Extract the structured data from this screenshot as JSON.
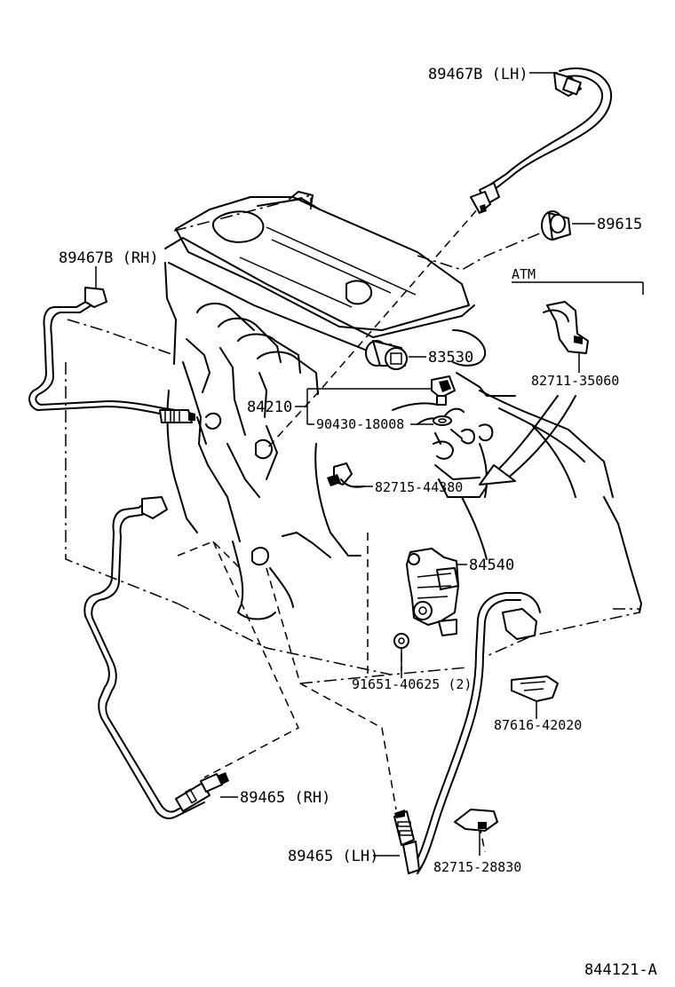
{
  "labels": {
    "p89467b_lh": "89467B (LH)",
    "p89615": "89615",
    "p89467b_rh": "89467B (RH)",
    "atm": "ATM",
    "p83530": "83530",
    "p84210": "84210",
    "p82711": "82711-35060",
    "p90430": "90430-18008",
    "p82715_44380": "82715-44380",
    "p84540": "84540",
    "p91651": "91651-40625 (2)",
    "p87616": "87616-42020",
    "p89465_rh": "89465 (RH)",
    "p89465_lh": "89465 (LH)",
    "p82715_28830": "82715-28830",
    "figure_id": "844121-A"
  }
}
